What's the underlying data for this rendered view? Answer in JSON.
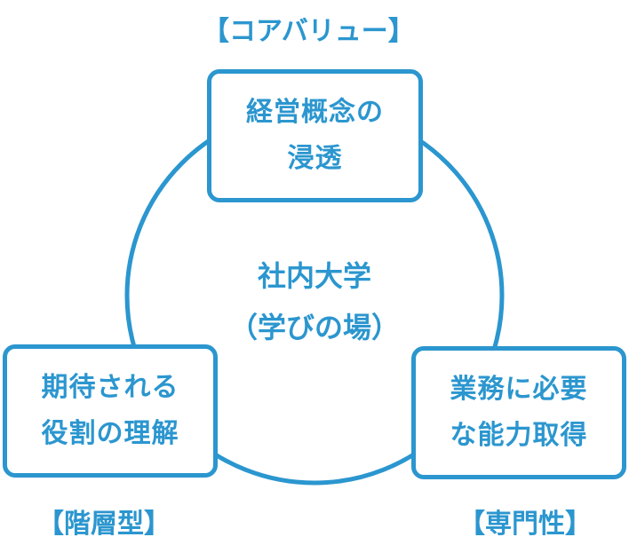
{
  "center": {
    "line1": "社内大学",
    "line2": "（学びの場）"
  },
  "nodes": {
    "top": {
      "category": "【コアバリュー】",
      "line1": "経営概念の",
      "line2": "浸透"
    },
    "left": {
      "category": "【階層型】",
      "line1": "期待される",
      "line2": "役割の理解"
    },
    "right": {
      "category": "【専門性】",
      "line1": "業務に必要",
      "line2": "な能力取得"
    }
  },
  "colors": {
    "accent": "#2b96cf",
    "background": "#ffffff"
  }
}
